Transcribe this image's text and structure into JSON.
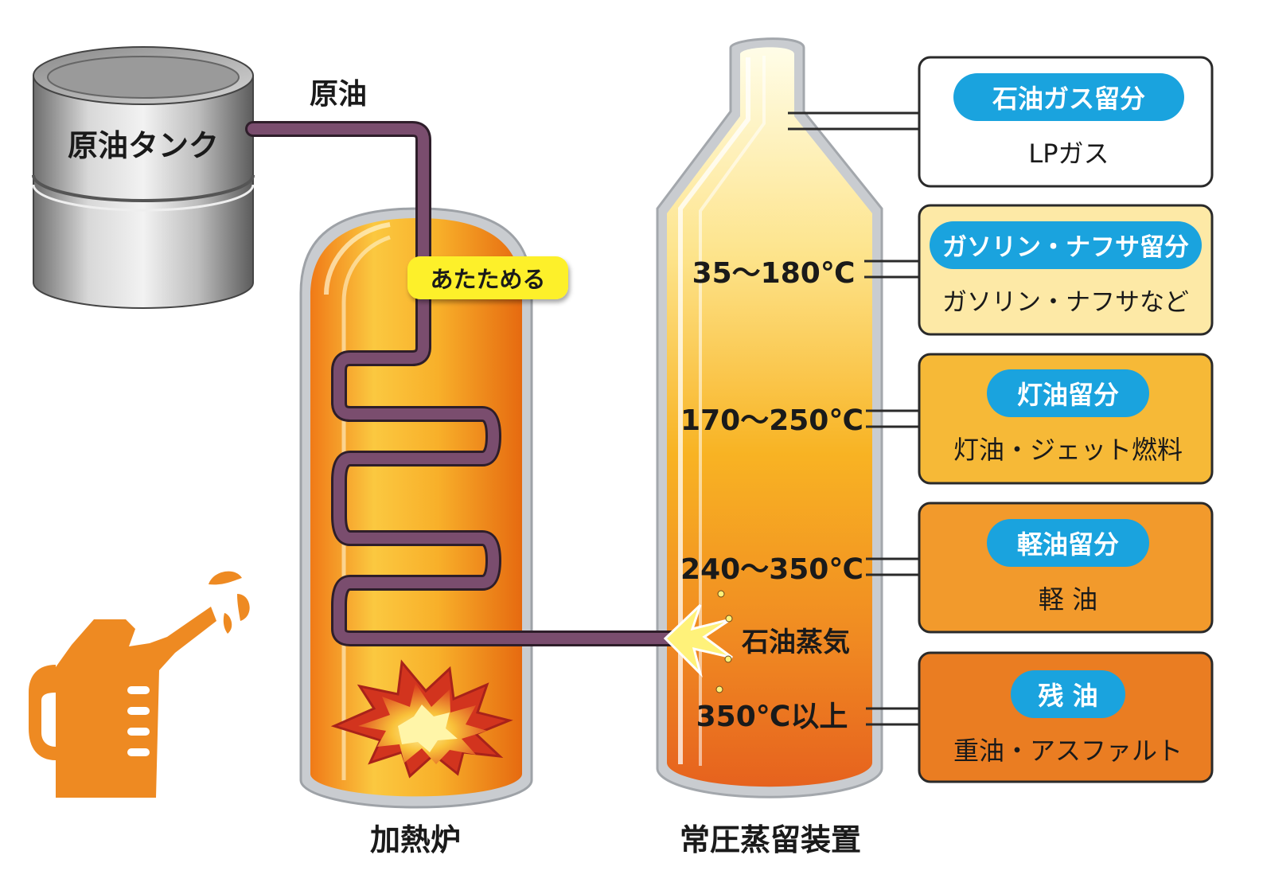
{
  "tank": {
    "label": "原油タンク"
  },
  "pipe": {
    "label": "原油"
  },
  "furnace": {
    "heat_label": "あたためる",
    "label": "加熱炉"
  },
  "column": {
    "label": "常圧蒸留装置",
    "vapor_label": "石油蒸気",
    "temps": [
      "35〜180℃",
      "170〜250℃",
      "240〜350℃",
      "350℃以上"
    ]
  },
  "fractions": [
    {
      "name": "石油ガス留分",
      "products": "LPガス"
    },
    {
      "name": "ガソリン・ナフサ留分",
      "products": "ガソリン・ナフサなど"
    },
    {
      "name": "灯油留分",
      "products": "灯油・ジェット燃料"
    },
    {
      "name": "軽油留分",
      "products": "軽 油"
    },
    {
      "name": "残 油",
      "products": "重油・アスファルト"
    }
  ],
  "colors": {
    "pill": "#1aa3de",
    "pipe": "#7a4d6e",
    "box_fills": [
      "#ffffff",
      "#fde9a6",
      "#f6b937",
      "#f29a2c",
      "#ea7d22"
    ],
    "oil_can": "#ee8a22"
  },
  "icons": [
    "oil-can-icon",
    "flame-icon"
  ]
}
